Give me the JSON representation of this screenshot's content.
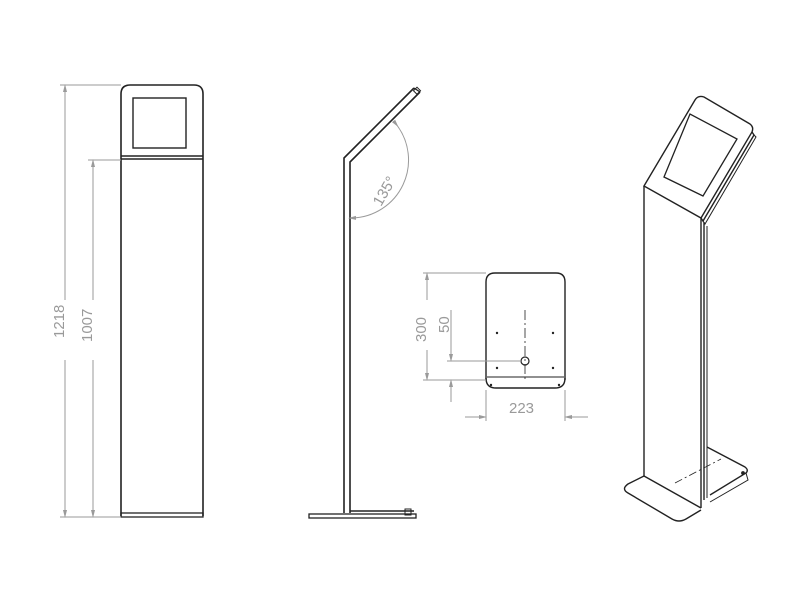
{
  "drawing": {
    "type": "technical drawing",
    "views": [
      {
        "name": "front-view",
        "dimensions": {
          "overall_height": "1218",
          "column_height": "1007"
        }
      },
      {
        "name": "side-view",
        "dimensions": {
          "angle": "135°"
        }
      },
      {
        "name": "plate-detail",
        "dimensions": {
          "height": "300",
          "hole_offset": "50",
          "width": "223"
        }
      },
      {
        "name": "isometric-view"
      }
    ]
  },
  "colors": {
    "line": "#222222",
    "dimension": "#9a9a9a",
    "background": "#ffffff"
  }
}
